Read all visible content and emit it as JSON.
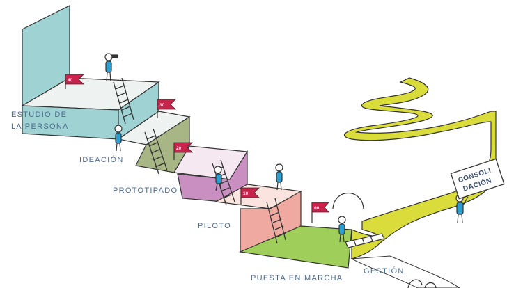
{
  "stages": [
    {
      "label_lines": [
        "ESTUDIO DE",
        "LA PERSONA"
      ],
      "flag": "40"
    },
    {
      "label_lines": [
        "IDEACIÓN"
      ],
      "flag": "30"
    },
    {
      "label_lines": [
        "PROTOTIPADO"
      ],
      "flag": "20"
    },
    {
      "label_lines": [
        "PILOTO"
      ],
      "flag": "10"
    },
    {
      "label_lines": [
        "PUESTA EN MARCHA"
      ],
      "flag": "00"
    }
  ],
  "gestion_label": "GESTIÓN",
  "sign": {
    "lines": [
      "CONSOLI",
      "DACIÓN"
    ]
  },
  "colors": {
    "estudio": "#9fd3d3",
    "ideacion": "#a8b585",
    "prototipado": "#c98fc0",
    "piloto": "#f0a9a0",
    "puesta_en_marcha": "#9fcf5a",
    "consolidacion_path": "#d9dc3a",
    "flag": "#c8234a",
    "label_text": "#4d6a8c"
  }
}
